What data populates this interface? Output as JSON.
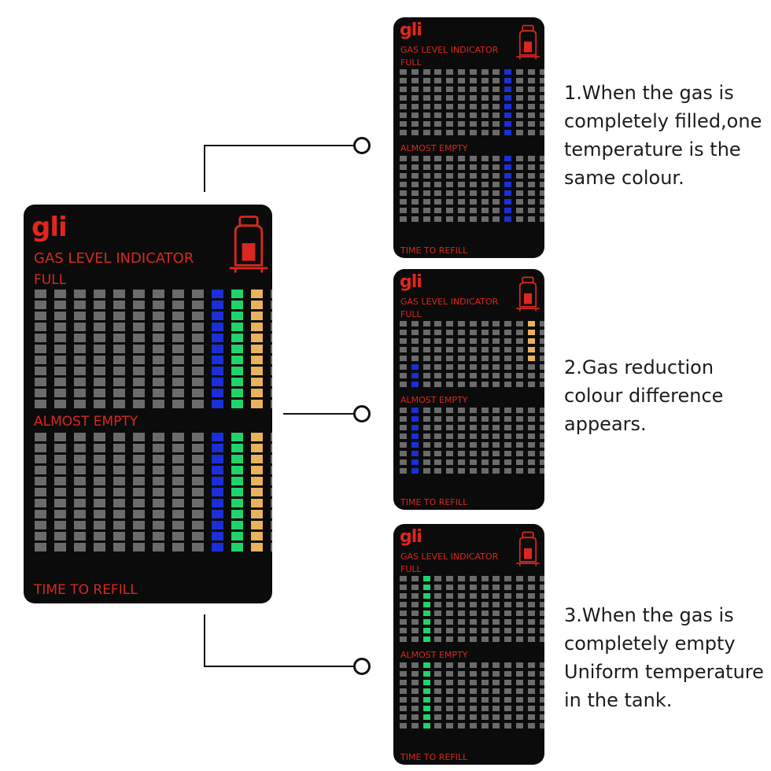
{
  "card": {
    "logo": "gli",
    "title": "GAS LEVEL INDICATOR",
    "full_label": "FULL",
    "almost_empty_label": "ALMOST EMPTY",
    "refill_label": "TIME TO REFILL",
    "icon": "gas-cylinder-icon"
  },
  "colors": {
    "card_bg": "#0b0b0b",
    "text_red": "#d8281f",
    "cell_grey": "#6b6b6b",
    "blue": "#1a2fd6",
    "green": "#1fd46a",
    "amber": "#e8b25e"
  },
  "captions": [
    {
      "lines": [
        "1.When the gas is",
        "completely filled,one",
        "temperature is the",
        "same colour."
      ]
    },
    {
      "lines": [
        "2.Gas reduction",
        "colour difference",
        "appears."
      ]
    },
    {
      "lines": [
        "3.When the gas is",
        "completely empty",
        "Uniform temperature",
        "in the tank."
      ]
    }
  ]
}
